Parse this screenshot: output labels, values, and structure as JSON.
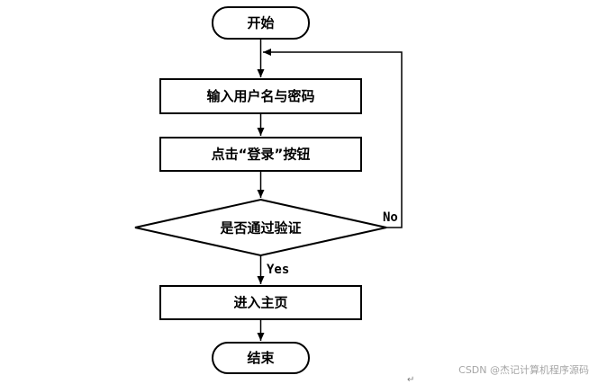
{
  "flowchart": {
    "start": "开始",
    "input_credentials": "输入用户名与密码",
    "click_login": "点击“登录”按钮",
    "decision": "是否通过验证",
    "branch_no": "No",
    "branch_yes": "Yes",
    "enter_home": "进入主页",
    "end": "结束"
  },
  "watermark": "CSDN @杰记计算机程序源码",
  "paragraph_mark": "↵",
  "colors": {
    "stroke": "#000000",
    "fill": "#ffffff",
    "watermark": "#a6a6a6"
  }
}
